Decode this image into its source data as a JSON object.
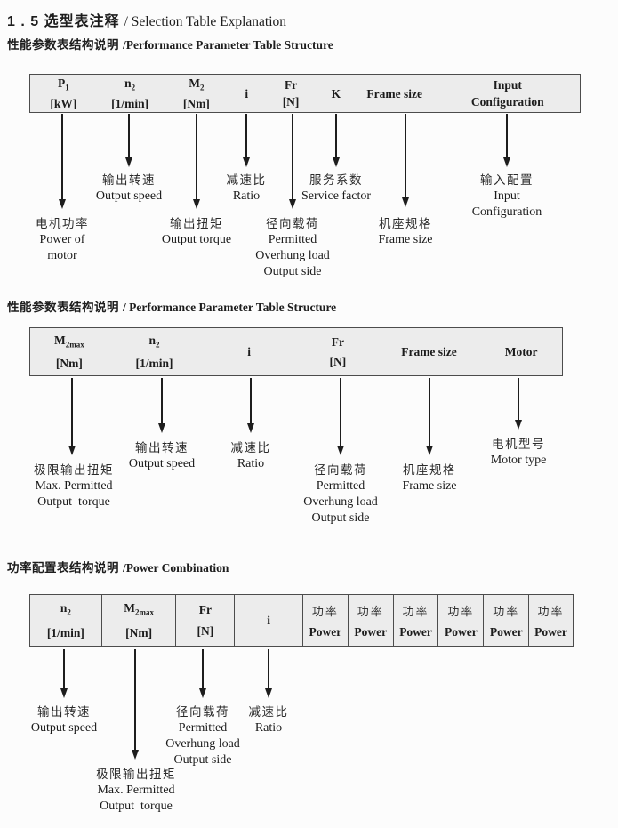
{
  "colors": {
    "page_bg": "#fcfcfc",
    "ink": "#1d1d1d",
    "table_fill": "#ececec",
    "border": "#4c4c4c"
  },
  "page_title": {
    "zh": "1 . 5 选型表注释",
    "en": "/ Selection Table Explanation"
  },
  "sections": [
    {
      "heading": {
        "zh": "性能参数表结构说明",
        "en": "/Performance Parameter Table Structure"
      },
      "table": {
        "cells": [
          {
            "sym": "P",
            "sub": "1",
            "unit": "[kW]"
          },
          {
            "sym": "n",
            "sub": "2",
            "unit": "[1/min]"
          },
          {
            "sym": "M",
            "sub": "2",
            "unit": "[Nm]"
          },
          {
            "sym": "i",
            "sub": "",
            "unit": ""
          },
          {
            "sym": "Fr",
            "sub": "",
            "unit": "[N]"
          },
          {
            "sym": "K",
            "sub": "",
            "unit": ""
          },
          {
            "sym": "Frame size",
            "sub": "",
            "unit": ""
          },
          {
            "sym": "Input",
            "sub": "",
            "unit": "Configuration"
          }
        ]
      },
      "callouts": [
        {
          "lines": [
            "电机功率",
            "Power of",
            "motor"
          ]
        },
        {
          "lines": [
            "输出转速",
            "Output speed"
          ]
        },
        {
          "lines": [
            "输出扭矩",
            "Output torque"
          ]
        },
        {
          "lines": [
            "减速比",
            "Ratio"
          ]
        },
        {
          "lines": [
            "径向载荷",
            "Permitted",
            "Overhung load",
            "Output side"
          ]
        },
        {
          "lines": [
            "服务系数",
            "Service factor"
          ]
        },
        {
          "lines": [
            "机座规格",
            "Frame size"
          ]
        },
        {
          "lines": [
            "输入配置",
            "Input",
            "Configuration"
          ]
        }
      ]
    },
    {
      "heading": {
        "zh": "性能参数表结构说明",
        "en": "/ Performance Parameter Table Structure"
      },
      "table": {
        "cells": [
          {
            "sym": "M",
            "sub": "2max",
            "unit": "[Nm]"
          },
          {
            "sym": "n",
            "sub": "2",
            "unit": "[1/min]"
          },
          {
            "sym": "i",
            "sub": "",
            "unit": ""
          },
          {
            "sym": "Fr",
            "sub": "",
            "unit": "[N]"
          },
          {
            "sym": "Frame size",
            "sub": "",
            "unit": ""
          },
          {
            "sym": "Motor",
            "sub": "",
            "unit": ""
          }
        ]
      },
      "callouts": [
        {
          "lines": [
            "极限输出扭矩",
            "Max. Permitted",
            "Output  torque"
          ]
        },
        {
          "lines": [
            "输出转速",
            "Output speed"
          ]
        },
        {
          "lines": [
            "减速比",
            "Ratio"
          ]
        },
        {
          "lines": [
            "径向载荷",
            "Permitted",
            "Overhung load",
            "Output side"
          ]
        },
        {
          "lines": [
            "机座规格",
            "Frame size"
          ]
        },
        {
          "lines": [
            "电机型号",
            "Motor type"
          ]
        }
      ]
    },
    {
      "heading": {
        "zh": "功率配置表结构说明",
        "en": "/Power Combination"
      },
      "table": {
        "cells": [
          {
            "sym": "n",
            "sub": "2",
            "unit": "[1/min]"
          },
          {
            "sym": "M",
            "sub": "2max",
            "unit": "[Nm]"
          },
          {
            "sym": "Fr",
            "sub": "",
            "unit": "[N]"
          },
          {
            "sym": "i",
            "sub": "",
            "unit": ""
          },
          {
            "sym": "功率",
            "sub": "",
            "unit": "Power"
          },
          {
            "sym": "功率",
            "sub": "",
            "unit": "Power"
          },
          {
            "sym": "功率",
            "sub": "",
            "unit": "Power"
          },
          {
            "sym": "功率",
            "sub": "",
            "unit": "Power"
          },
          {
            "sym": "功率",
            "sub": "",
            "unit": "Power"
          },
          {
            "sym": "功率",
            "sub": "",
            "unit": "Power"
          }
        ]
      },
      "callouts": [
        {
          "lines": [
            "输出转速",
            "Output speed"
          ]
        },
        {
          "lines": [
            "极限输出扭矩",
            "Max. Permitted",
            "Output  torque"
          ]
        },
        {
          "lines": [
            "径向载荷",
            "Permitted",
            "Overhung load",
            "Output side"
          ]
        },
        {
          "lines": [
            "减速比",
            "Ratio"
          ]
        }
      ]
    }
  ]
}
